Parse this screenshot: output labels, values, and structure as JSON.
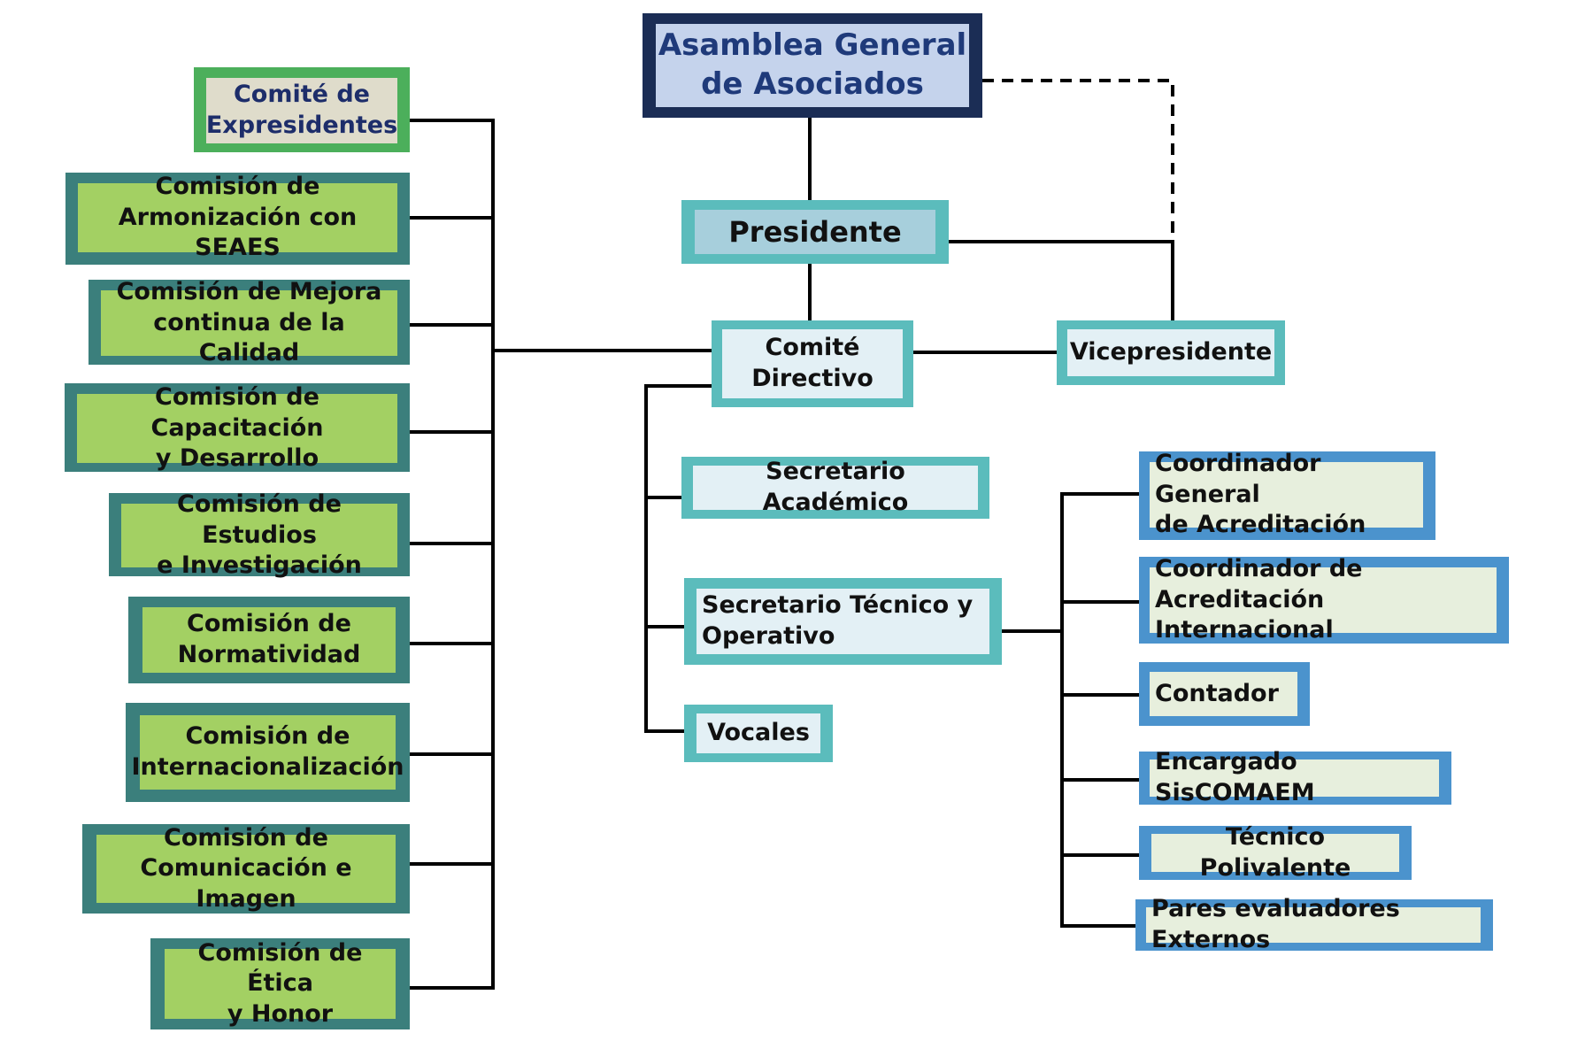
{
  "top": {
    "asamblea": [
      "Asamblea General",
      "de Asociados"
    ],
    "presidente": "Presidente",
    "comite_directivo": [
      "Comité",
      "Directivo"
    ],
    "vicepresidente": "Vicepresidente"
  },
  "committees": [
    [
      "Comité de",
      "Expresidentes"
    ],
    [
      "Comisión de",
      "Armonización con SEAES"
    ],
    [
      "Comisión de Mejora",
      "continua de la Calidad"
    ],
    [
      "Comisión de Capacitación",
      "y Desarrollo"
    ],
    [
      "Comisión de Estudios",
      "e Investigación"
    ],
    [
      "Comisión de",
      "Normatividad"
    ],
    [
      "Comisión de",
      "Internacionalización"
    ],
    [
      "Comisión de",
      "Comunicación e Imagen"
    ],
    [
      "Comisión de Ética",
      "y Honor"
    ]
  ],
  "secretaries": {
    "academico": "Secretario Académico",
    "tecnico": [
      "Secretario Técnico y",
      "Operativo"
    ],
    "vocales": "Vocales"
  },
  "staff": [
    [
      "Coordinador General",
      "de Acreditación"
    ],
    [
      "Coordinador de Acreditación",
      "Internacional"
    ],
    [
      "Contador"
    ],
    [
      "Encargado SisCOMAEM"
    ],
    [
      "Técnico Polivalente"
    ],
    [
      "Pares evaluadores Externos"
    ]
  ],
  "colors": {
    "asamblea_border": "#1b2d55",
    "asamblea_fill": "#c5d3ec",
    "asamblea_text": "#1f3a7a",
    "teal_border": "#5bbcbc",
    "teal_fill_presidente": "#a7cfdc",
    "teal_fill_light": "#e3f0f5",
    "comite_expresidentes_border": "#4caf5b",
    "comite_expresidentes_fill": "#dfdccb",
    "comite_expresidentes_text": "#1d2d6a",
    "commission_border": "#3b7f7c",
    "commission_fill": "#a3d063",
    "staff_border": "#4b93cd",
    "staff_fill": "#e7efdd",
    "line": "#000000"
  }
}
